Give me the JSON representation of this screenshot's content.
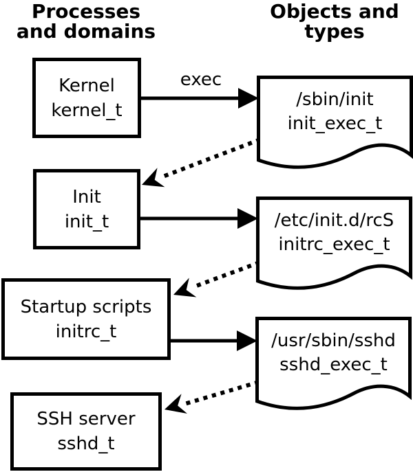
{
  "headers": {
    "left": "Processes\nand domains",
    "right": "Objects and\ntypes"
  },
  "processes": [
    {
      "name": "Kernel",
      "type": "kernel_t"
    },
    {
      "name": "Init",
      "type": "init_t"
    },
    {
      "name": "Startup scripts",
      "type": "initrc_t"
    },
    {
      "name": "SSH server",
      "type": "sshd_t"
    }
  ],
  "objects": [
    {
      "path": "/sbin/init",
      "type": "init_exec_t"
    },
    {
      "path": "/etc/init.d/rcS",
      "type": "initrc_exec_t"
    },
    {
      "path": "/usr/sbin/sshd",
      "type": "sshd_exec_t"
    }
  ],
  "arrows": {
    "exec_label": "exec"
  },
  "colors": {
    "ink": "#000000",
    "background": "#ffffff"
  }
}
